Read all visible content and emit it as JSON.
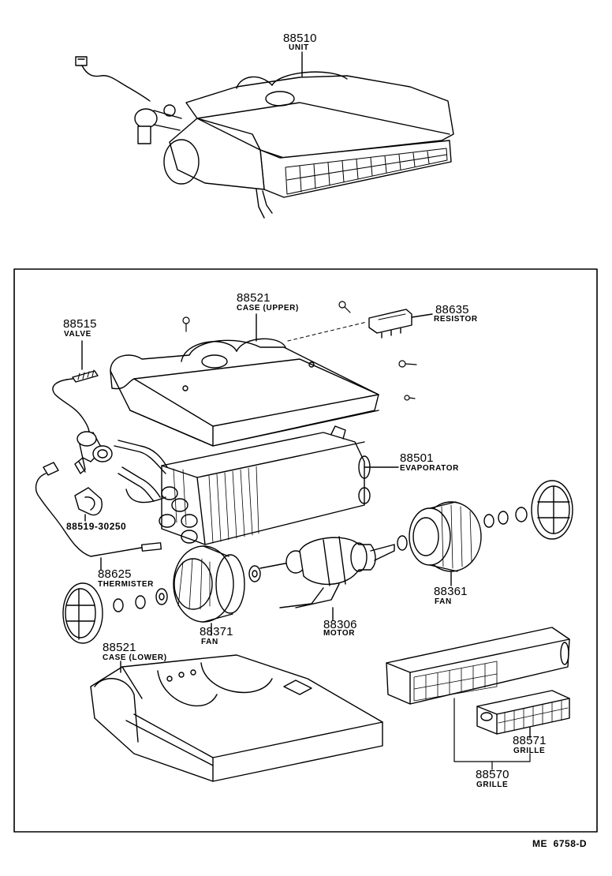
{
  "top_assembly": {
    "number": "88510",
    "name": "UNIT"
  },
  "parts": [
    {
      "id": "case_upper",
      "number": "88521",
      "name": "CASE (UPPER)"
    },
    {
      "id": "resistor",
      "number": "88635",
      "name": "RESISTOR"
    },
    {
      "id": "valve",
      "number": "88515",
      "name": "VALVE"
    },
    {
      "id": "evaporator",
      "number": "88501",
      "name": "EVAPORATOR"
    },
    {
      "id": "clamp",
      "number": "88519-30250",
      "name": ""
    },
    {
      "id": "thermister",
      "number": "88625",
      "name": "THERMISTER"
    },
    {
      "id": "fan_right",
      "number": "88361",
      "name": "FAN"
    },
    {
      "id": "motor",
      "number": "88306",
      "name": "MOTOR"
    },
    {
      "id": "fan_left",
      "number": "88371",
      "name": "FAN"
    },
    {
      "id": "case_lower",
      "number": "88521",
      "name": "CASE (LOWER)"
    },
    {
      "id": "grille_small",
      "number": "88571",
      "name": "GRILLE"
    },
    {
      "id": "grille",
      "number": "88570",
      "name": "GRILLE"
    }
  ],
  "drawing_code": "ME  6758-D"
}
